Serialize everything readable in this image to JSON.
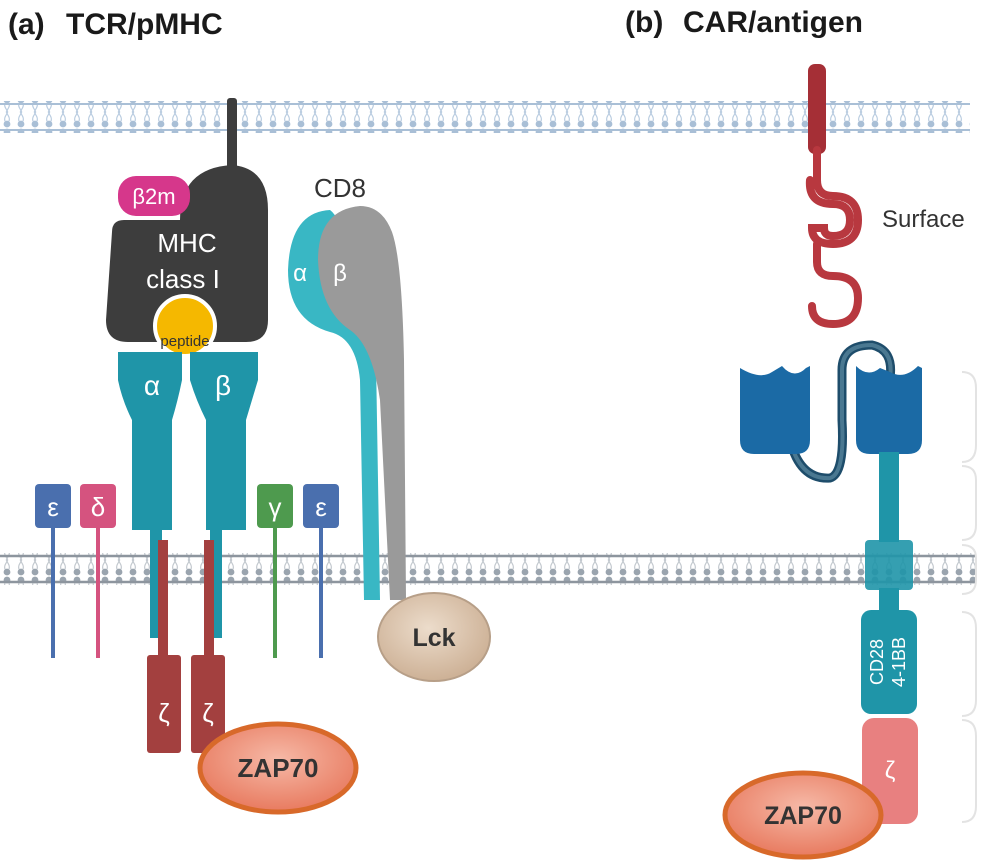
{
  "panels": {
    "a": {
      "letter": "(a)",
      "title": "TCR/pMHC"
    },
    "b": {
      "letter": "(b)",
      "title": "CAR/antigen"
    }
  },
  "tcr": {
    "b2m": "β2m",
    "mhc_line1": "MHC",
    "mhc_line2": "class I",
    "peptide": "peptide",
    "alpha": "α",
    "beta": "β",
    "cd8": "CD8",
    "cd8_alpha": "α",
    "cd8_beta": "β",
    "epsilon_left": "ε",
    "delta": "δ",
    "gamma": "γ",
    "epsilon_right": "ε",
    "zeta_left": "ζ",
    "zeta_right": "ζ",
    "zap70": "ZAP70",
    "lck": "Lck"
  },
  "car": {
    "surface": "Surface",
    "cd28": "CD28",
    "bb41": "4-1BB",
    "zeta": "ζ",
    "zap70": "ZAP70"
  },
  "colors": {
    "membrane": "#a9bfd6",
    "mhc": "#3d3d3d",
    "b2m": "#d6378b",
    "peptide": "#f5b800",
    "tcr": "#1f95a8",
    "cd8_alpha": "#39b7c4",
    "cd8_beta": "#9a9a9a",
    "epsilon": "#4a6fae",
    "delta": "#d5537f",
    "gamma": "#4e9a4e",
    "zeta": "#a3403f",
    "zap70": "#e8836b",
    "lck": "#d9c0a8",
    "surface_antigen": "#b8383f",
    "scfv": "#1b6aa5",
    "car_zeta": "#e88080"
  }
}
